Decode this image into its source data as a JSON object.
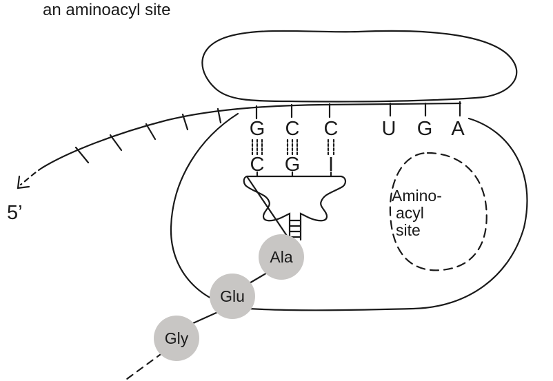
{
  "header": {
    "partial_caption": "an aminoacyl site"
  },
  "mrna": {
    "end_label": "5’",
    "codon_bases": [
      "G",
      "C",
      "C"
    ],
    "next_codon_bases": [
      "U",
      "G",
      "A"
    ]
  },
  "trna": {
    "anticodon_bases": [
      "C",
      "G",
      "I"
    ]
  },
  "aminoacyl_site": {
    "lines": [
      "Amino-",
      "acyl",
      "site"
    ]
  },
  "peptide_chain": {
    "residues": [
      "Ala",
      "Glu",
      "Gly"
    ]
  },
  "colors": {
    "ink": "#1a1a1a",
    "residue_fill": "#c8c6c4",
    "background": "#ffffff"
  }
}
